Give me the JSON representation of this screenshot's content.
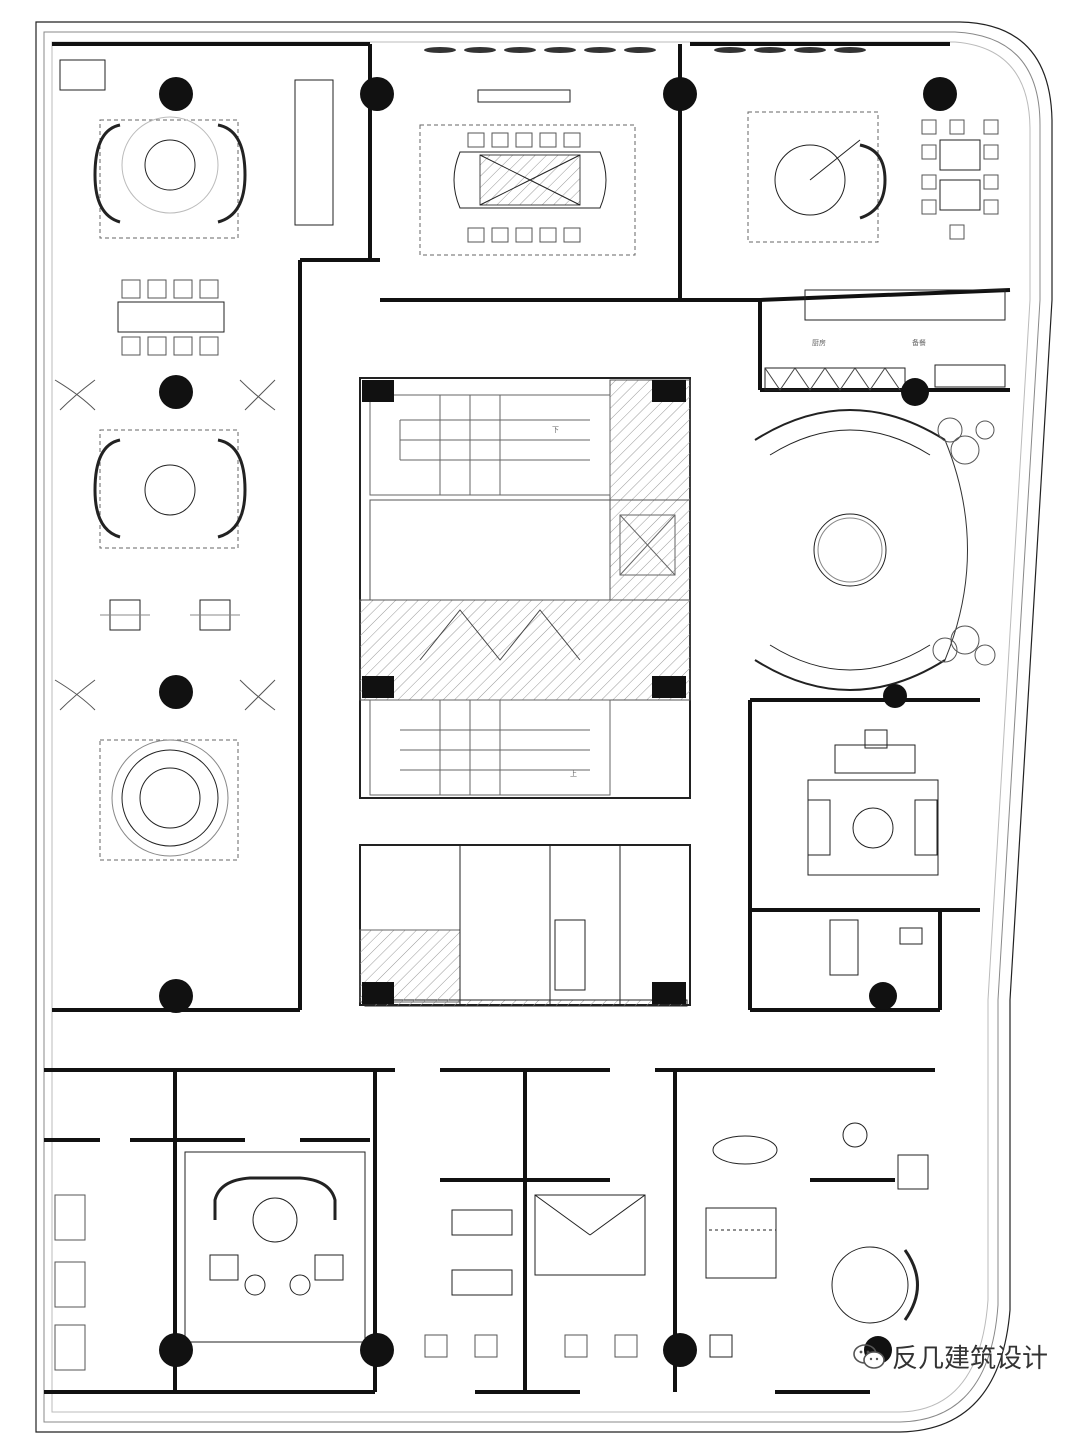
{
  "plan": {
    "room_labels": {
      "kitchen_left": "厨房",
      "kitchen_right": "备餐"
    },
    "stair_marks": {
      "upper": "下",
      "lower": "上"
    }
  },
  "watermark": {
    "text": "反几建筑设计",
    "icon": "wechat-icon"
  }
}
